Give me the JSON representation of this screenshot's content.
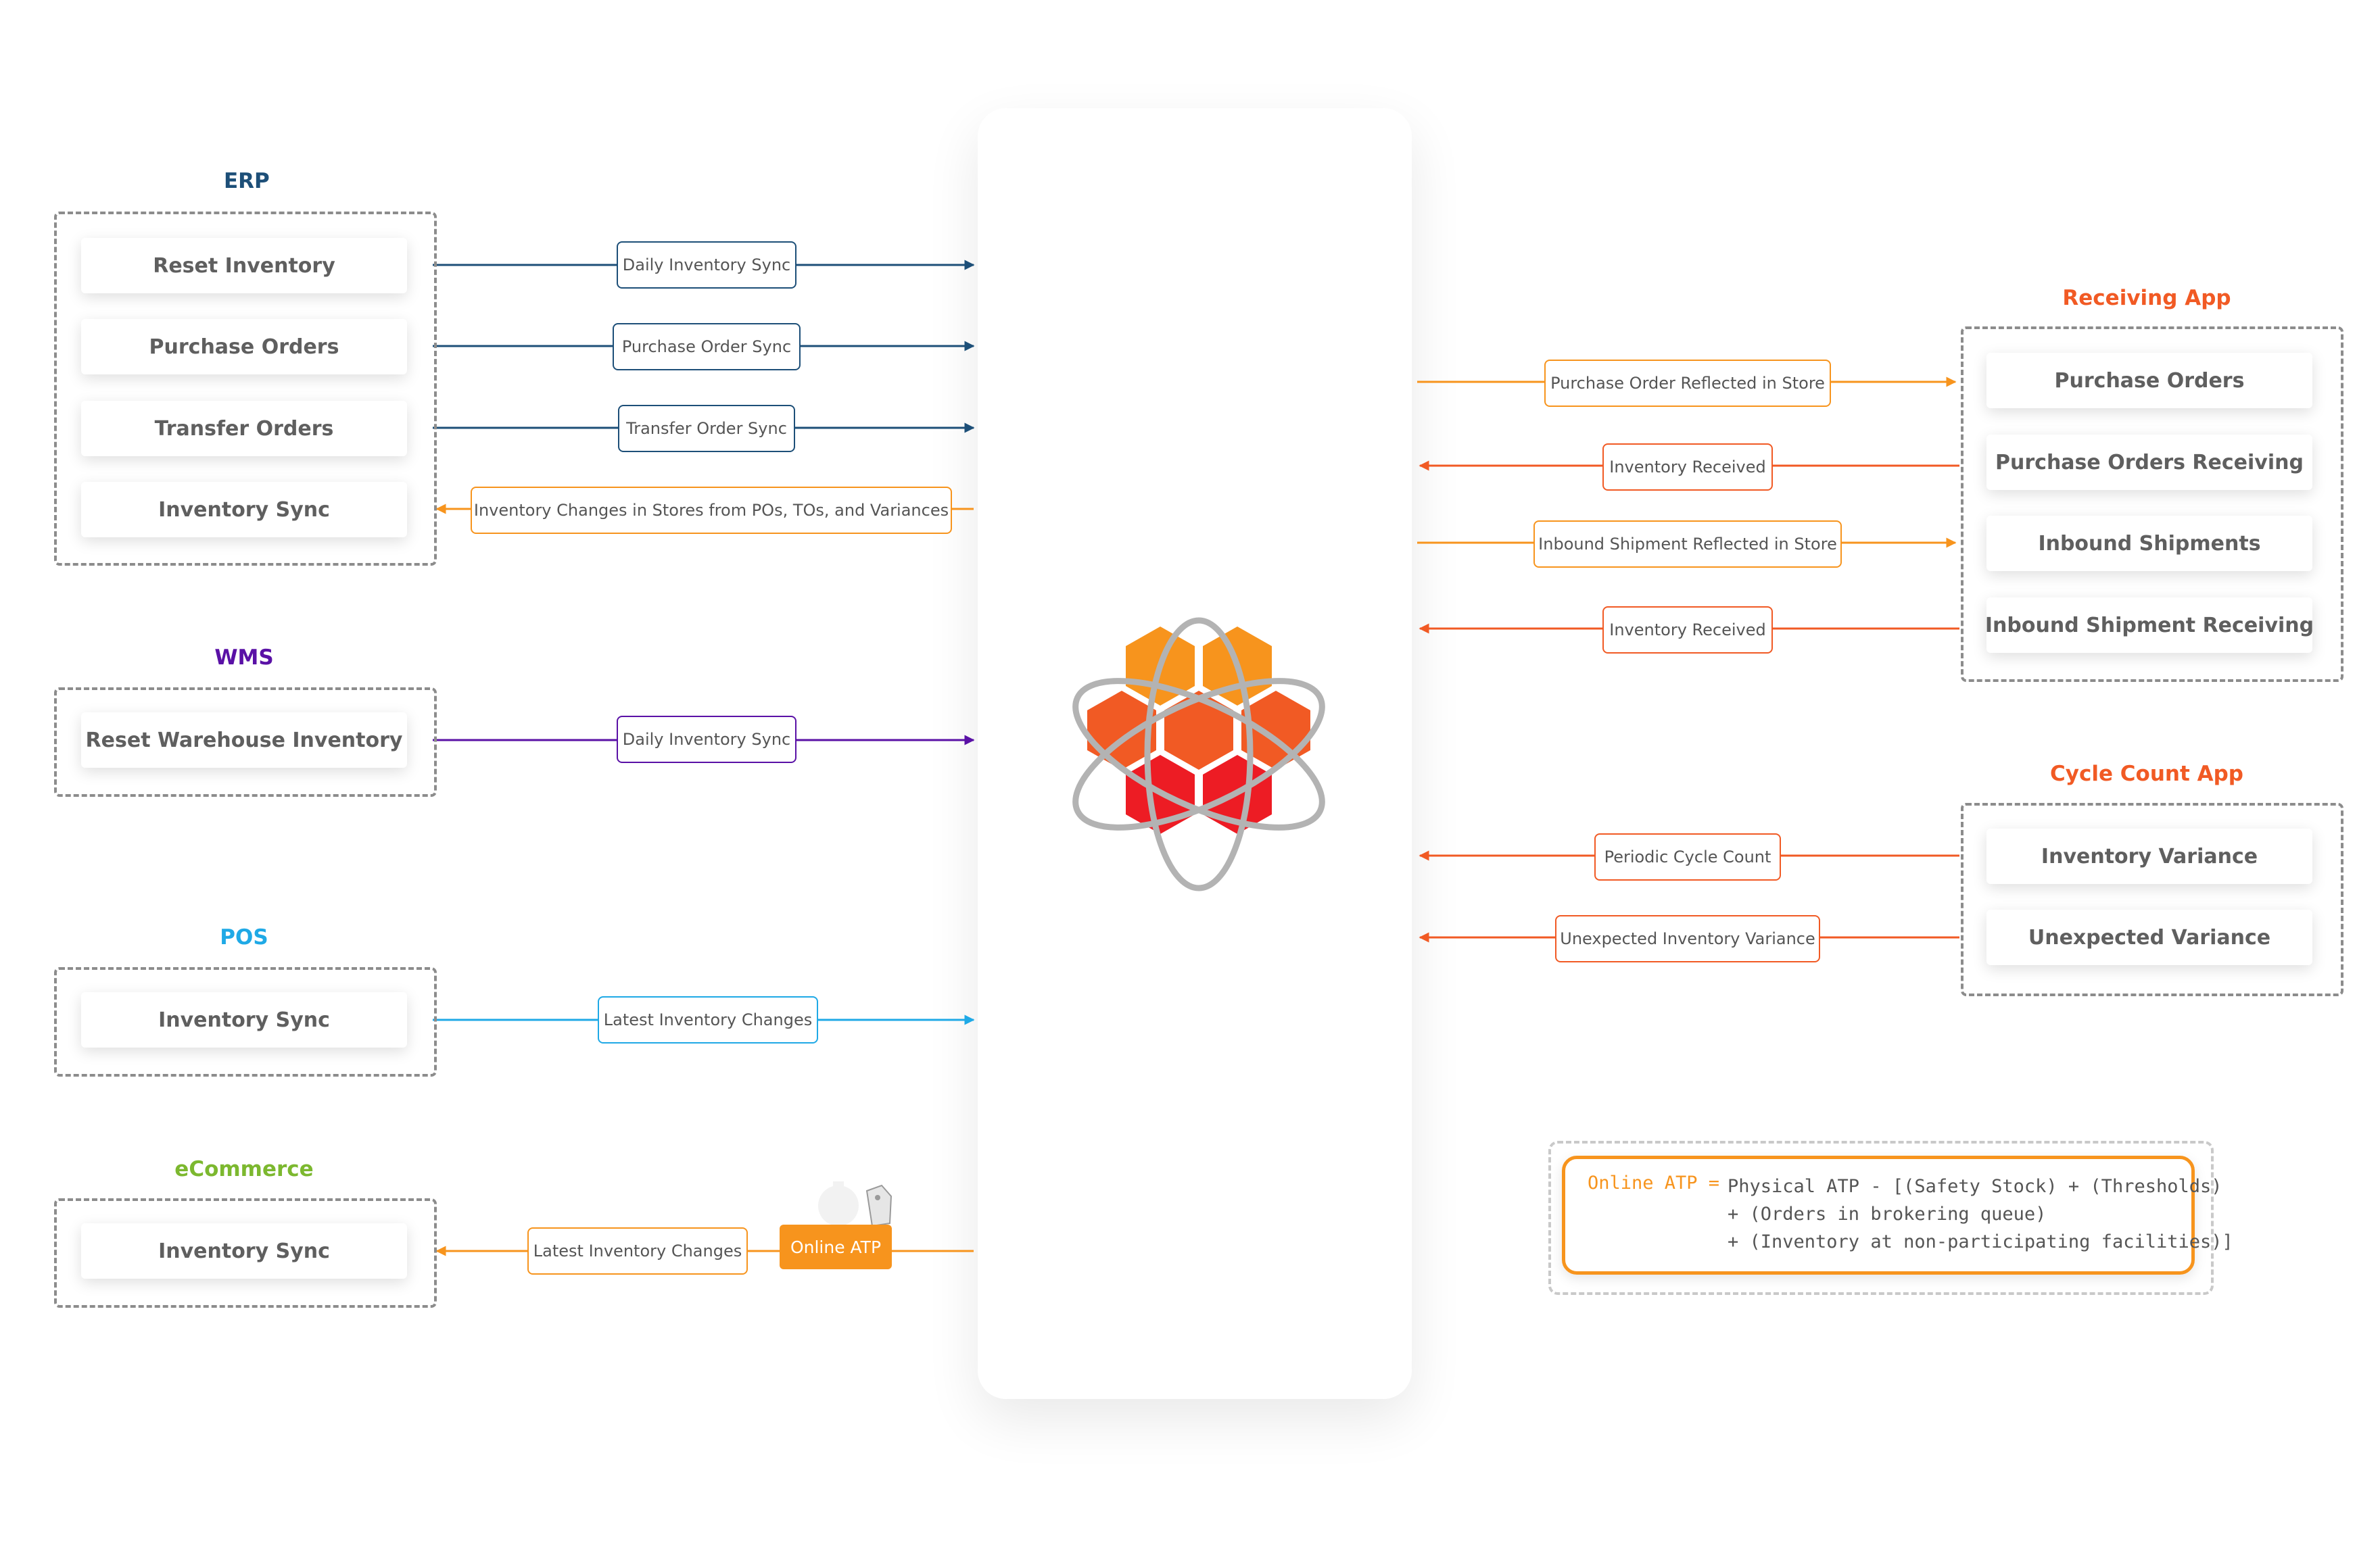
{
  "groups": {
    "erp": {
      "title": "ERP",
      "color": "#1d4f78",
      "items": [
        "Reset Inventory",
        "Purchase Orders",
        "Transfer Orders",
        "Inventory Sync"
      ],
      "flows": [
        "Daily Inventory Sync",
        "Purchase Order Sync",
        "Transfer Order Sync",
        "Inventory Changes in Stores from POs, TOs, and Variances"
      ]
    },
    "wms": {
      "title": "WMS",
      "color": "#5a11a6",
      "items": [
        "Reset Warehouse Inventory"
      ],
      "flows": [
        "Daily Inventory Sync"
      ]
    },
    "pos": {
      "title": "POS",
      "color": "#1fa9e6",
      "items": [
        "Inventory Sync"
      ],
      "flows": [
        "Latest Inventory Changes"
      ]
    },
    "ecommerce": {
      "title": "eCommerce",
      "color": "#7cb82f",
      "items": [
        "Inventory Sync"
      ],
      "flows": [
        "Latest Inventory Changes"
      ],
      "badge": "Online ATP"
    },
    "receiving": {
      "title": "Receiving App",
      "color": "#f15a24",
      "items": [
        "Purchase Orders",
        "Purchase Orders Receiving",
        "Inbound Shipments",
        "Inbound Shipment Receiving"
      ],
      "flows": [
        "Purchase Order Reflected in Store",
        "Inventory Received",
        "Inbound Shipment Reflected in Store",
        "Inventory Received"
      ]
    },
    "cycle_count": {
      "title": "Cycle Count App",
      "color": "#f15a24",
      "items": [
        "Inventory Variance",
        "Unexpected Variance"
      ],
      "flows": [
        "Periodic Cycle Count",
        "Unexpected Inventory Variance"
      ]
    }
  },
  "colors": {
    "orange": "#f7941d",
    "red_orange": "#f15a24",
    "hex_colors": [
      "#f7941d",
      "#f15a24",
      "#ed1c24"
    ],
    "orbit": "#b3b3b3"
  },
  "formula": {
    "lhs": "Online ATP =",
    "lines": [
      "Physical ATP - [(Safety Stock) + (Thresholds)",
      "+ (Orders in brokering queue)",
      "+ (Inventory at non-participating facilities)]"
    ]
  },
  "icons": [
    "hexagon-atom-logo-icon",
    "gear-tag-icon"
  ]
}
